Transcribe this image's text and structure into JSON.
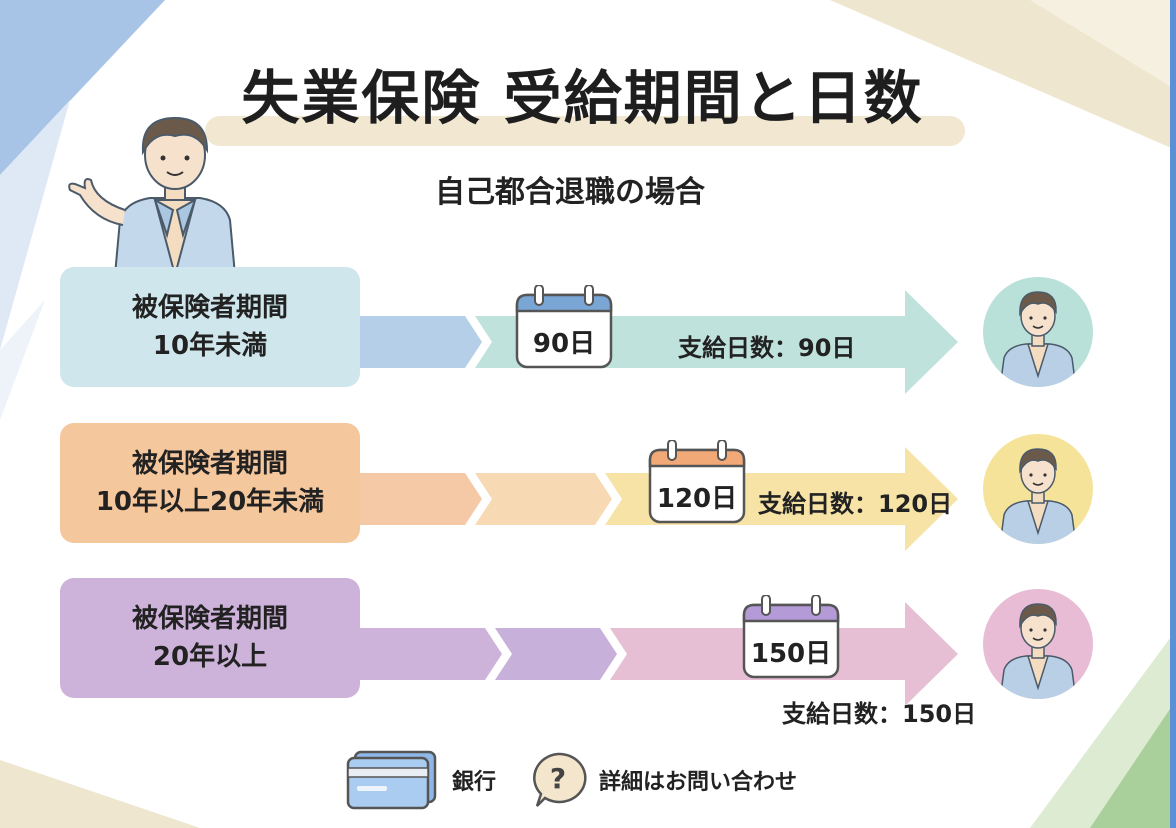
{
  "title": "失業保険 受給期間と日数",
  "subtitle": "自己都合退職の場合",
  "rows": [
    {
      "label_line1": "被保険者期間",
      "label_line2": "10年未満",
      "calendar": "90日",
      "days_text": "支給日数：90日",
      "label_color": "#cfe6ec",
      "avatar_color": "#b9e1d9"
    },
    {
      "label_line1": "被保険者期間",
      "label_line2": "10年以上20年未満",
      "calendar": "120日",
      "days_text": "支給日数：120日",
      "label_color": "#f5c79d",
      "avatar_color": "#f6e39a"
    },
    {
      "label_line1": "被保険者期間",
      "label_line2": "20年以上",
      "calendar": "150日",
      "days_text": "支給日数：150日",
      "label_color": "#cdb2da",
      "avatar_color": "#e8bcd4"
    }
  ],
  "legend": {
    "bank_label": "銀行",
    "bank_icon": "credit-card-icon",
    "help_label": "詳細はお問い合わせ",
    "help_icon": "question-bubble-icon"
  }
}
